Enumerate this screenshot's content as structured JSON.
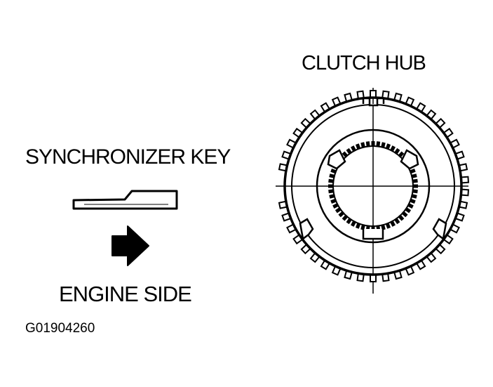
{
  "labels": {
    "clutch_hub": "CLUTCH HUB",
    "synchronizer_key": "SYNCHRONIZER KEY",
    "engine_side": "ENGINE SIDE",
    "figure_id": "G01904260"
  },
  "icons": {
    "key": "synchronizer-key-icon",
    "arrow": "arrow-right-icon",
    "hub": "clutch-hub-icon"
  },
  "colors": {
    "ink": "#000000",
    "paper": "#ffffff"
  }
}
